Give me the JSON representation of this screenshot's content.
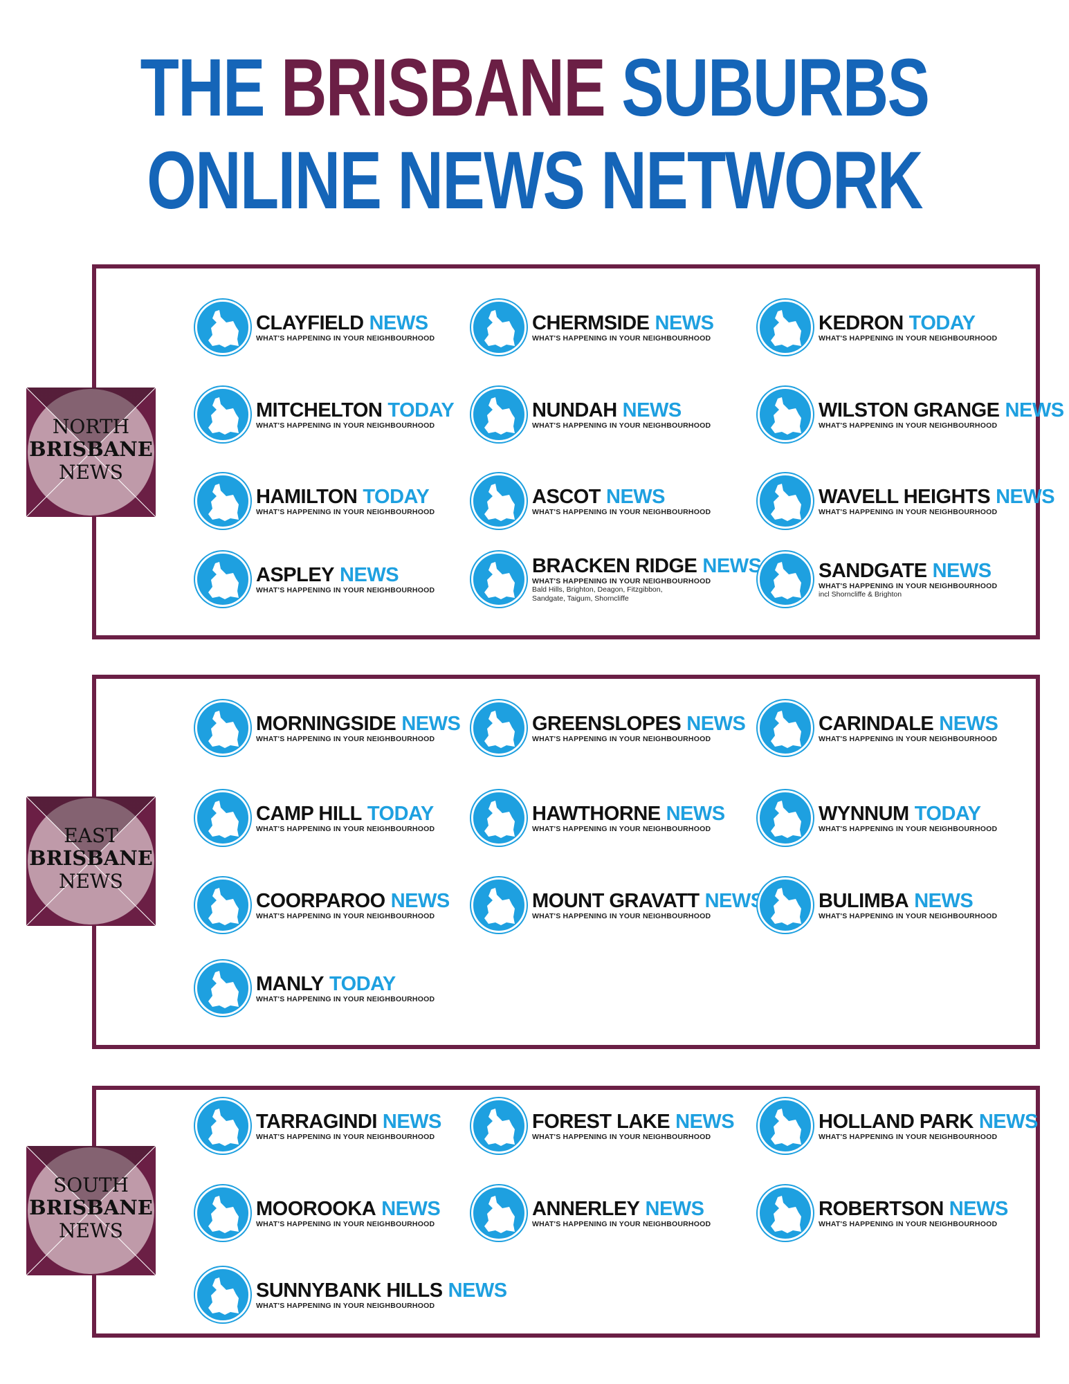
{
  "title": {
    "line1_part1": "THE",
    "line1_part2": "BRISBANE",
    "line1_part3": "SUBURBS",
    "line2": "ONLINE NEWS NETWORK"
  },
  "colors": {
    "maroon": "#6b1f45",
    "blue": "#1565b8",
    "logo_blue": "#1ea0e0"
  },
  "tagline": "WHAT'S HAPPENING IN YOUR NEIGHBOURHOOD",
  "regions": [
    {
      "line1": "NORTH",
      "line2": "BRISBANE",
      "line3": "NEWS",
      "logos": [
        {
          "name": "CLAYFIELD",
          "suffix": "NEWS"
        },
        {
          "name": "CHERMSIDE",
          "suffix": "NEWS"
        },
        {
          "name": "KEDRON",
          "suffix": "TODAY"
        },
        {
          "name": "MITCHELTON",
          "suffix": "TODAY"
        },
        {
          "name": "NUNDAH",
          "suffix": "NEWS"
        },
        {
          "name": "WILSTON GRANGE",
          "suffix": "NEWS"
        },
        {
          "name": "HAMILTON",
          "suffix": "TODAY"
        },
        {
          "name": "ASCOT",
          "suffix": "NEWS"
        },
        {
          "name": "WAVELL HEIGHTS",
          "suffix": "NEWS"
        },
        {
          "name": "ASPLEY",
          "suffix": "NEWS"
        },
        {
          "name": "BRACKEN RIDGE",
          "suffix": "NEWS",
          "extra": [
            "Bald Hills, Brighton, Deagon, Fitzgibbon,",
            "Sandgate, Taigum, Shorncliffe"
          ]
        },
        {
          "name": "SANDGATE",
          "suffix": "NEWS",
          "extra": [
            "incl Shorncliffe & Brighton"
          ]
        }
      ]
    },
    {
      "line1": "EAST",
      "line2": "BRISBANE",
      "line3": "NEWS",
      "logos": [
        {
          "name": "MORNINGSIDE",
          "suffix": "NEWS"
        },
        {
          "name": "GREENSLOPES",
          "suffix": "NEWS"
        },
        {
          "name": "CARINDALE",
          "suffix": "NEWS"
        },
        {
          "name": "CAMP HILL",
          "suffix": "TODAY"
        },
        {
          "name": "HAWTHORNE",
          "suffix": "NEWS"
        },
        {
          "name": "WYNNUM",
          "suffix": "TODAY"
        },
        {
          "name": "COORPAROO",
          "suffix": "NEWS"
        },
        {
          "name": "MOUNT GRAVATT",
          "suffix": "NEWS"
        },
        {
          "name": "BULIMBA",
          "suffix": "NEWS"
        },
        {
          "name": "MANLY",
          "suffix": "TODAY"
        }
      ]
    },
    {
      "line1": "SOUTH",
      "line2": "BRISBANE",
      "line3": "NEWS",
      "logos": [
        {
          "name": "TARRAGINDI",
          "suffix": "NEWS"
        },
        {
          "name": "FOREST LAKE",
          "suffix": "NEWS"
        },
        {
          "name": "HOLLAND PARK",
          "suffix": "NEWS"
        },
        {
          "name": "MOOROOKA",
          "suffix": "NEWS"
        },
        {
          "name": "ANNERLEY",
          "suffix": "NEWS"
        },
        {
          "name": "ROBERTSON",
          "suffix": "NEWS"
        },
        {
          "name": "SUNNYBANK HILLS",
          "suffix": "NEWS"
        }
      ]
    }
  ]
}
